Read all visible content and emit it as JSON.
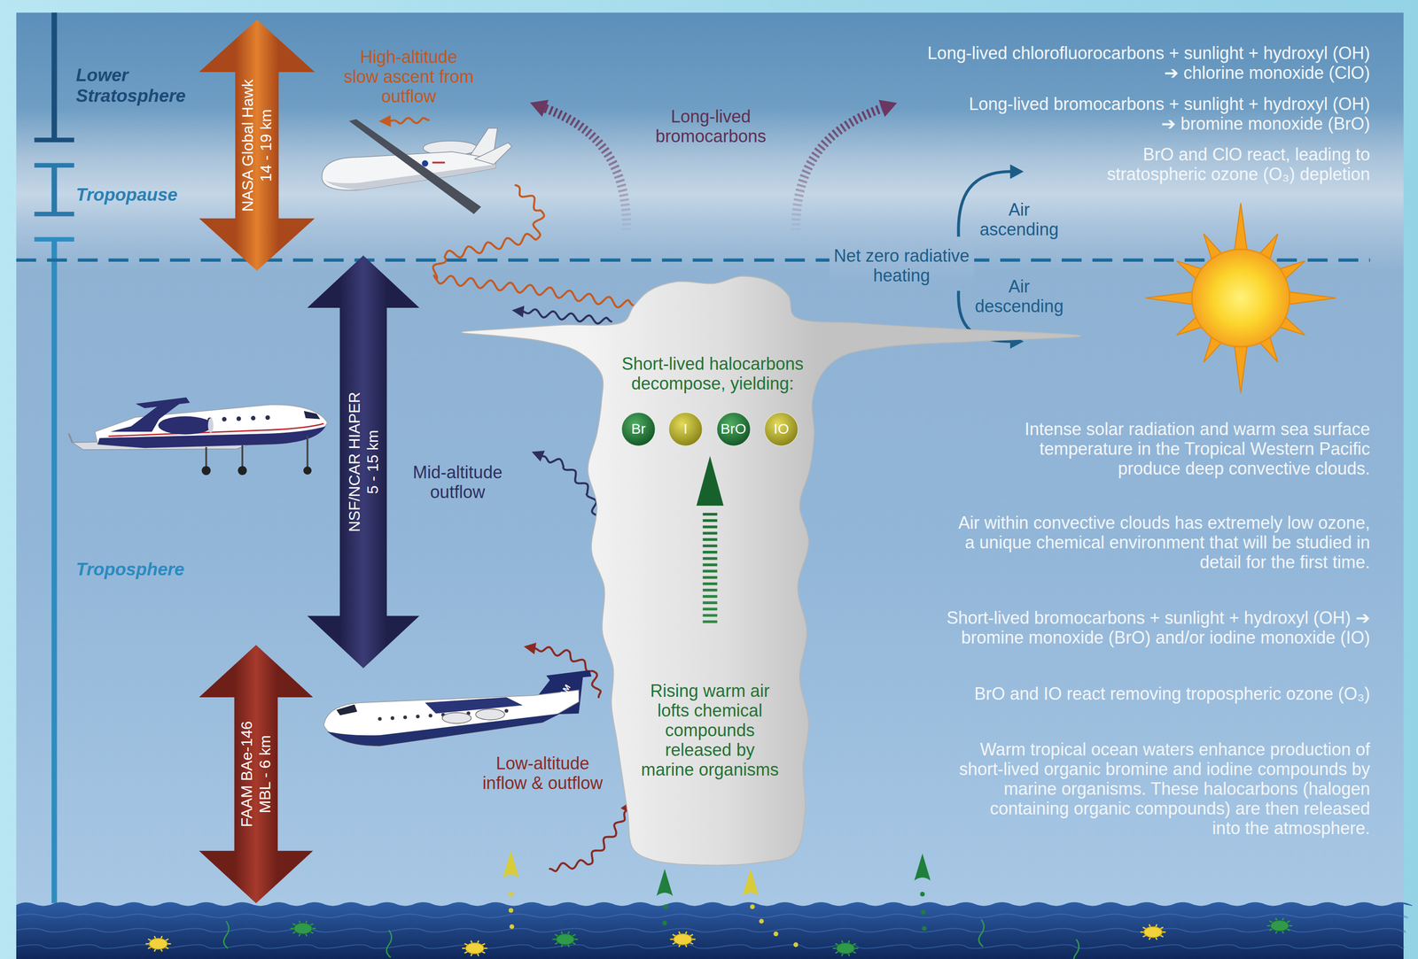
{
  "diagram": {
    "nodes": [
      {
        "text": [
          "NASA Global Hawk",
          "14 - 19 km"
        ]
      },
      {
        "text": [
          "NSF/NCAR HIAPER",
          "5 - 15 km"
        ]
      },
      {
        "text": [
          "Short-lived halocarbons decompose, yielding:",
          "Rising warm air lofts chemical compounds released by marine organisms"
        ]
      },
      {
        "text": [
          "Br"
        ],
        "in": 2
      },
      {
        "text": [
          "I"
        ],
        "in": 2
      },
      {
        "text": [
          "BrO"
        ],
        "in": 2
      },
      {
        "text": [
          "IO"
        ],
        "in": 2
      },
      {
        "text": [
          "FAAM BAe-146",
          "MBL - 6 km"
        ]
      }
    ],
    "labels": [
      "Lower Stratosphere",
      "High-altitude slow ascent from outflow",
      "Long-lived bromocarbons",
      "Long-lived chlorofluorocarbons + sunlight + hydroxyl (OH) ➔ chlorine monoxide (ClO)",
      "Long-lived bromocarbons + sunlight + hydroxyl (OH) ➔ bromine monoxide (BrO)",
      "BrO and ClO react, leading to stratospheric ozone (O₃) depletion",
      "Tropopause",
      "Air ascending",
      "Net zero radiative heating",
      "Air descending",
      "Intense solar radiation and warm sea surface temperature in the Tropical Western Pacific produce deep convective clouds.",
      "Mid-altitude outflow",
      "Air within convective clouds has extremely low ozone, a unique chemical environment that will be studied in detail for the first time.",
      "Troposphere",
      "Short-lived bromocarbons + sunlight + hydroxyl (OH) ➔ bromine monoxide (BrO) and/or iodine monoxide (IO)",
      "Low-altitude inflow & outflow",
      "BrO and IO react removing tropospheric ozone (O₃)",
      "FAAM",
      "Warm tropical ocean waters enhance production of short-lived organic bromine and iodine compounds by marine organisms. These halocarbons (halogen containing organic compounds) are then released into the atmosphere."
    ]
  }
}
